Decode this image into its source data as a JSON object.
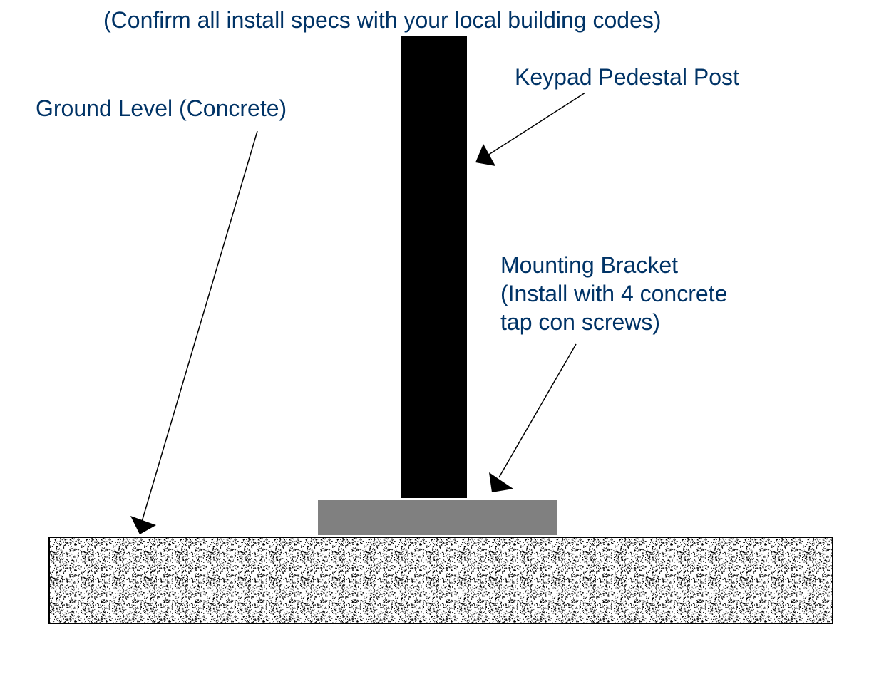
{
  "diagram": {
    "disclaimer": "(Confirm all install specs with your local building codes)",
    "labels": {
      "ground": "Ground Level (Concrete)",
      "post": "Keypad Pedestal Post",
      "bracket_lines": [
        "Mounting Bracket",
        "(Install with 4 concrete",
        "tap con screws)"
      ]
    },
    "colors": {
      "label_text": "#003366",
      "post": "#000000",
      "bracket": "#808080",
      "concrete_fill": "#ffffff",
      "concrete_speckle": "#000000",
      "arrow": "#000000"
    }
  }
}
